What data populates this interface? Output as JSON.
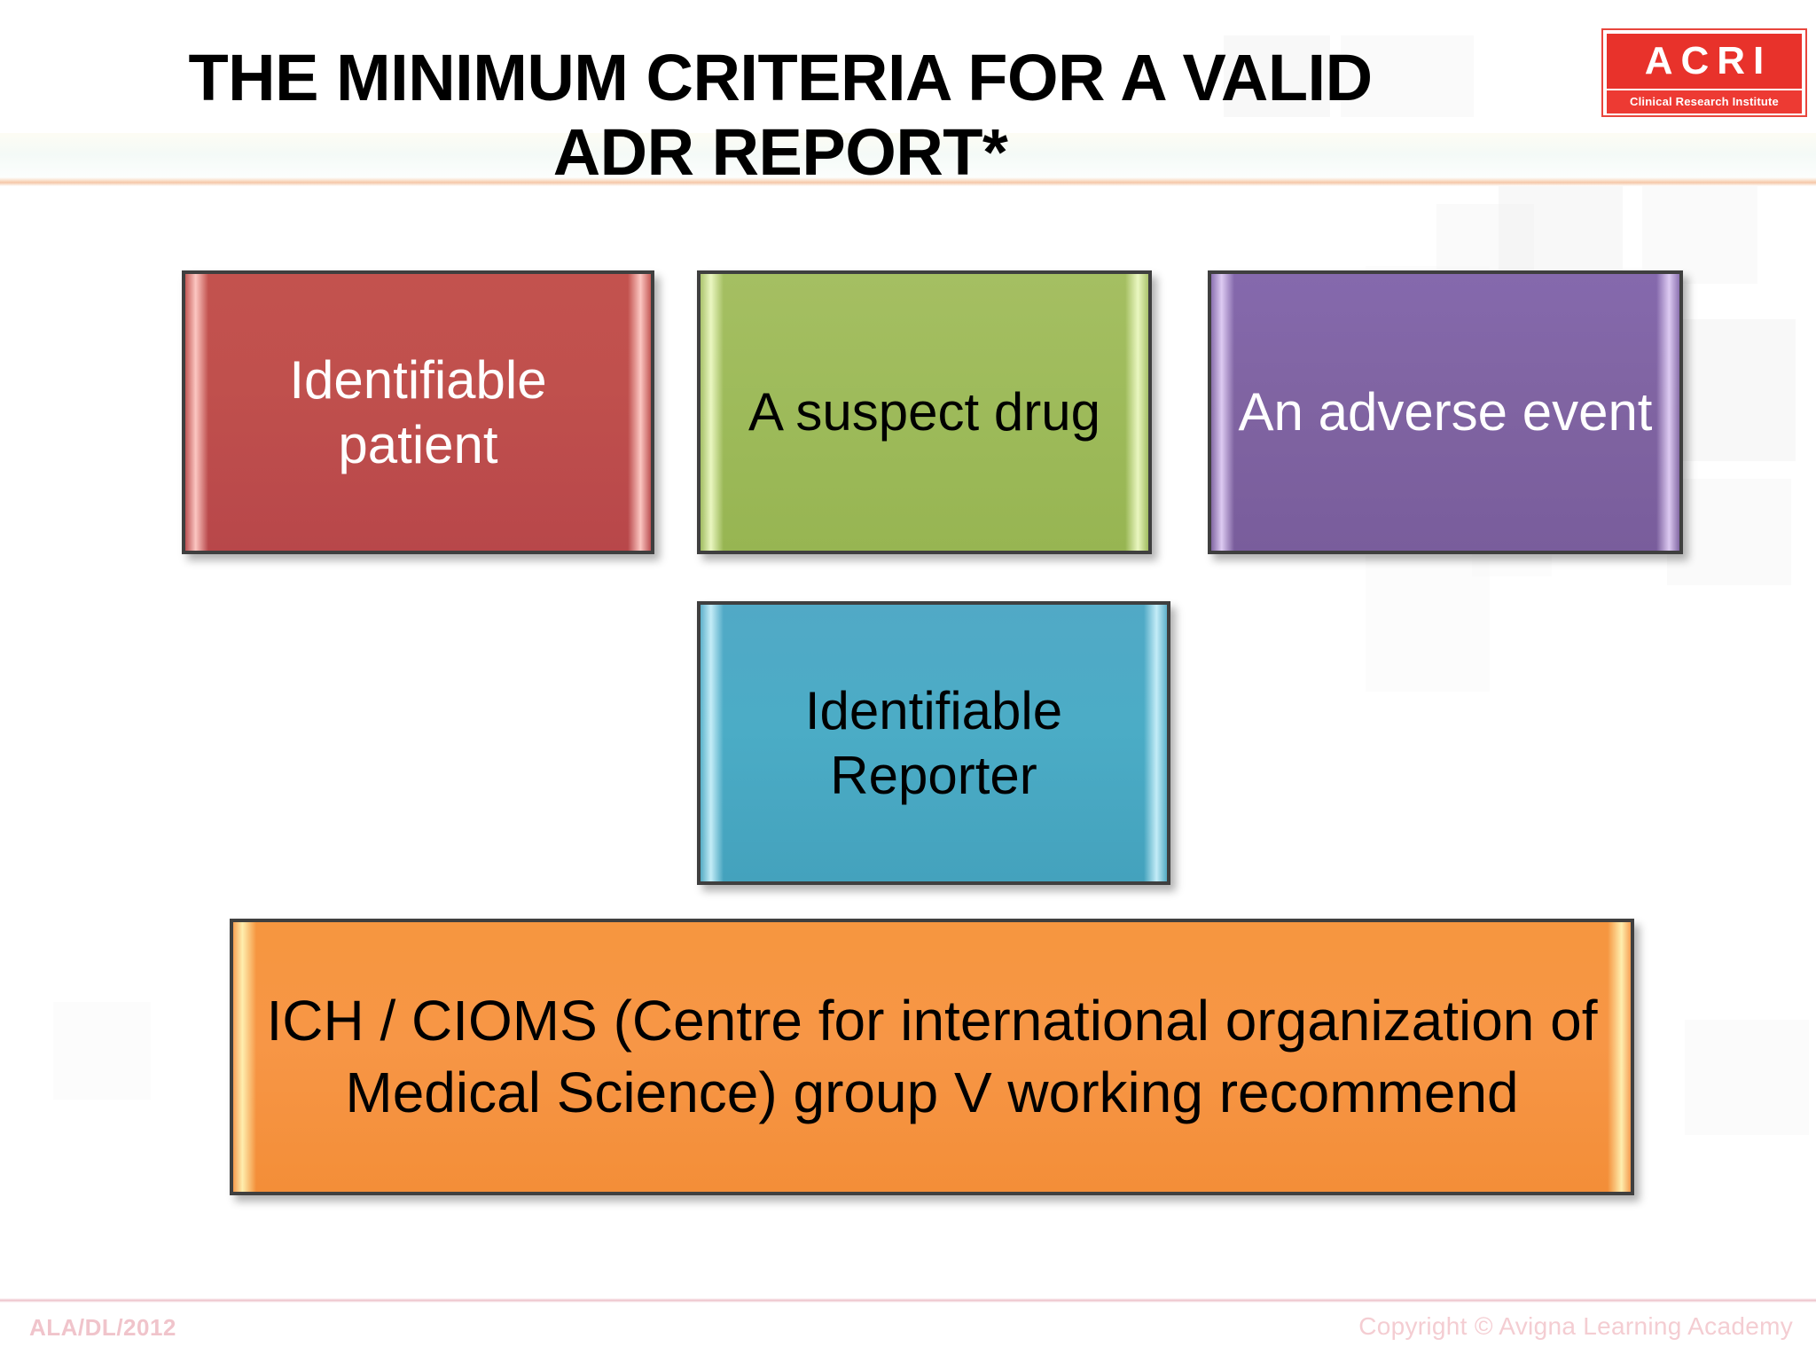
{
  "slide": {
    "title_line1": "THE MINIMUM CRITERIA FOR A VALID",
    "title_line2": "ADR REPORT*"
  },
  "logo": {
    "name": "ACRI",
    "subtitle": "Clinical Research Institute",
    "bg_color": "#e8322b",
    "text_color": "#ffffff"
  },
  "boxes": [
    {
      "id": "identifiable-patient",
      "label": "Identifiable patient",
      "fill_color": "#c0504d",
      "text_color": "#ffffff"
    },
    {
      "id": "suspect-drug",
      "label": "A suspect drug",
      "fill_color": "#9bbb59",
      "text_color": "#000000"
    },
    {
      "id": "adverse-event",
      "label": "An adverse event",
      "fill_color": "#8064a2",
      "text_color": "#ffffff"
    },
    {
      "id": "identifiable-reporter",
      "label": "Identifiable Reporter",
      "fill_color": "#4bacc6",
      "text_color": "#000000"
    },
    {
      "id": "ich-cioms",
      "label": "ICH / CIOMS (Centre for international organization of Medical Science) group V working recommend",
      "fill_color": "#f79646",
      "text_color": "#000000"
    }
  ],
  "footer": {
    "left": "ALA/DL/2012",
    "right": "Copyright © Avigna Learning Academy",
    "accent_color": "#f0c4cb"
  }
}
